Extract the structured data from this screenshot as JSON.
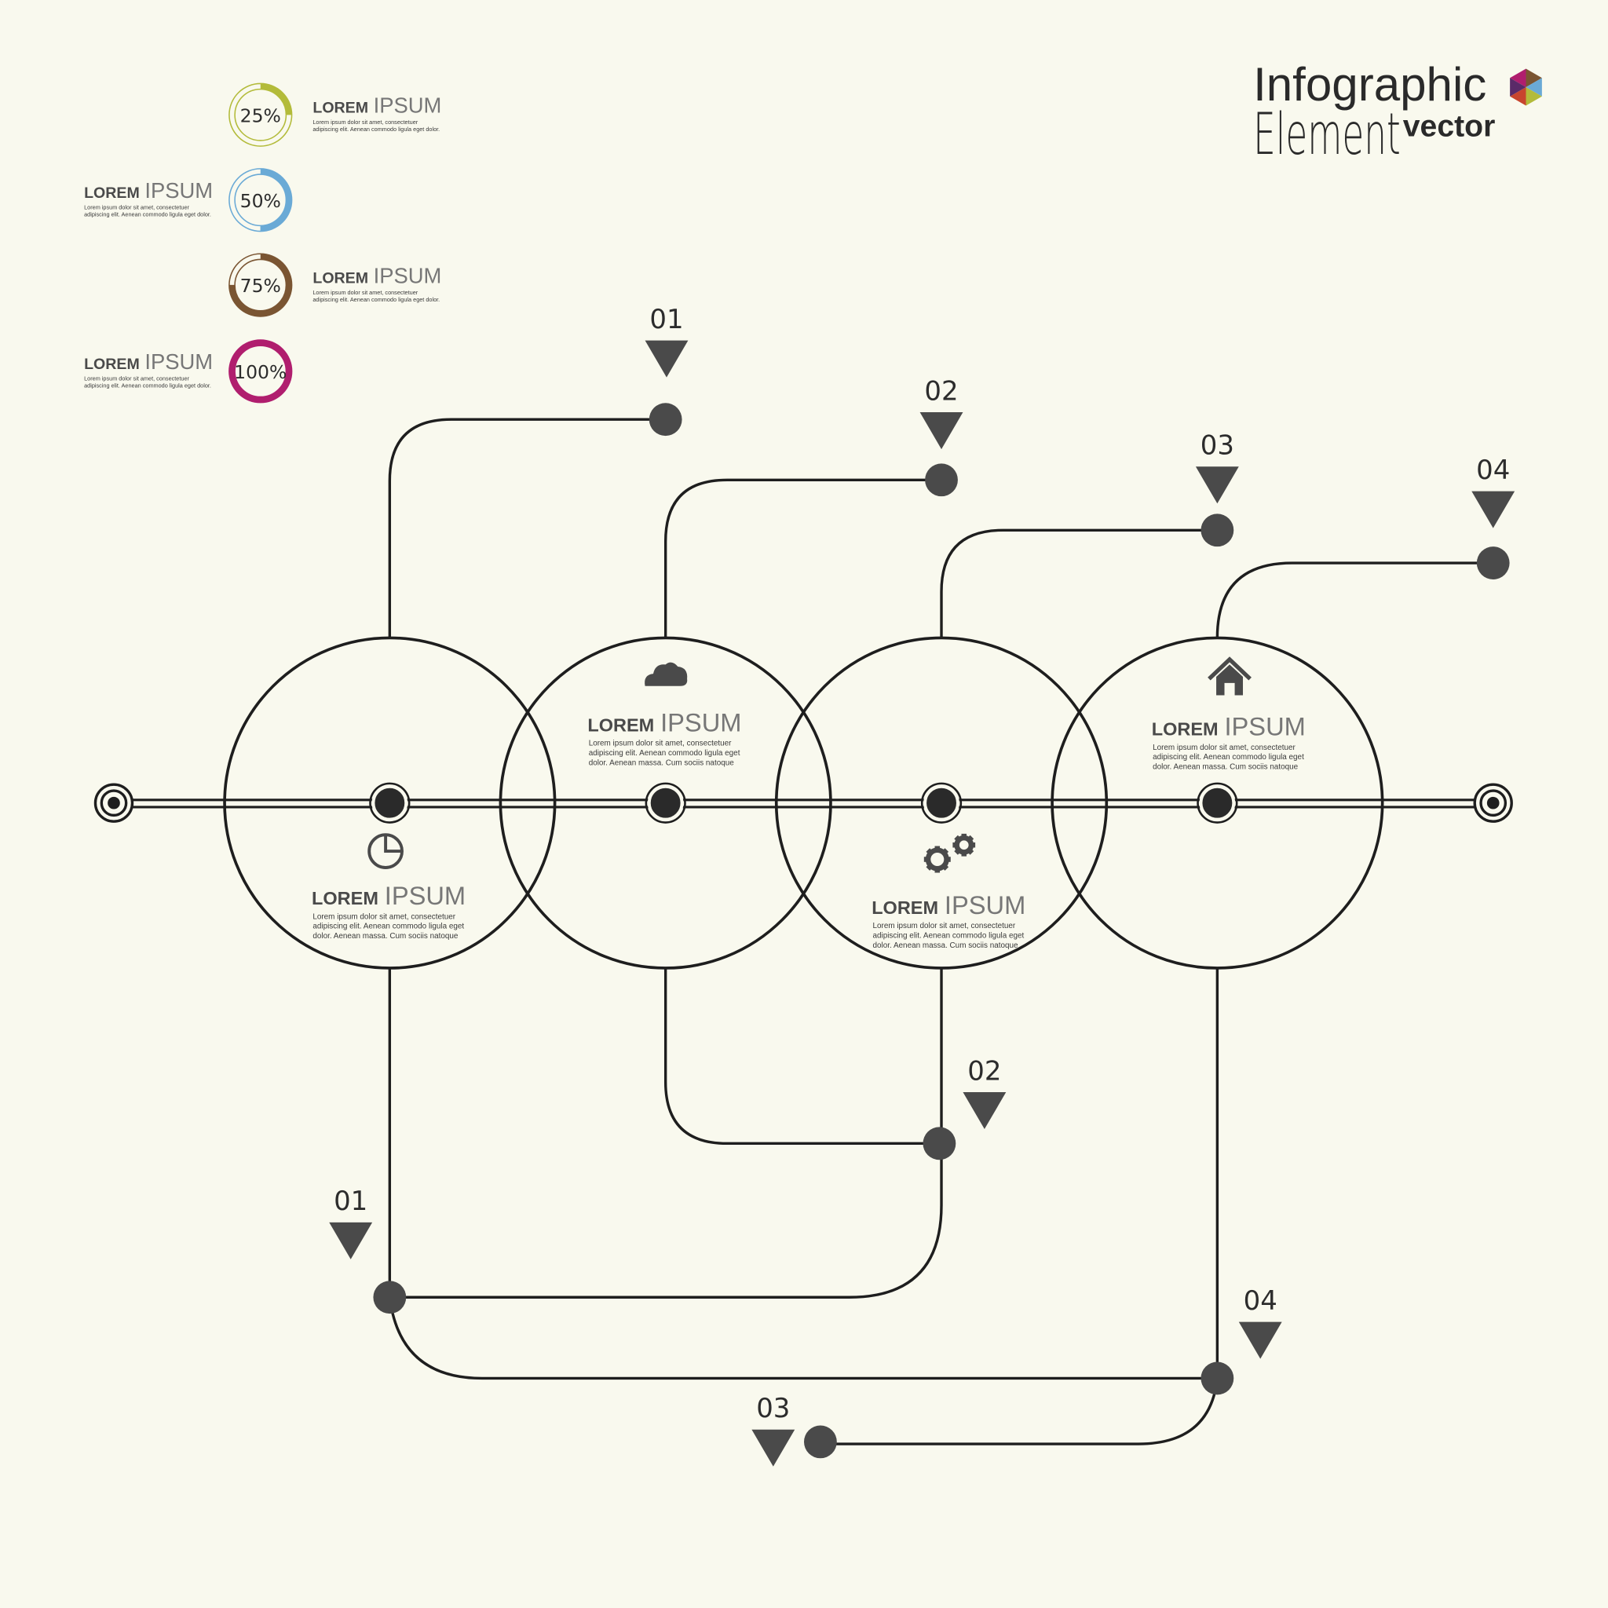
{
  "header": {
    "title_line1": "Infographic",
    "title_line2": "Element",
    "title_suffix": "vector",
    "logo_colors": [
      "#b01e6e",
      "#7a5532",
      "#6aaad6",
      "#b3bb3a",
      "#c8452e",
      "#5a2a68"
    ]
  },
  "progress_items": [
    {
      "percent_label": "25%",
      "value": 25,
      "color": "#b3bb3a",
      "heading_bold": "LOREM",
      "heading_light": "IPSUM",
      "text_line1": "Lorem ipsum dolor sit amet, consectetuer",
      "text_line2": "adipiscing elit. Aenean commodo ligula eget dolor.",
      "side": "right"
    },
    {
      "percent_label": "50%",
      "value": 50,
      "color": "#6aaad6",
      "heading_bold": "LOREM",
      "heading_light": "IPSUM",
      "text_line1": "Lorem ipsum dolor sit amet, consectetuer",
      "text_line2": "adipiscing elit. Aenean commodo ligula eget dolor.",
      "side": "left"
    },
    {
      "percent_label": "75%",
      "value": 75,
      "color": "#7a5532",
      "heading_bold": "LOREM",
      "heading_light": "IPSUM",
      "text_line1": "Lorem ipsum dolor sit amet, consectetuer",
      "text_line2": "adipiscing elit. Aenean commodo ligula eget dolor.",
      "side": "right"
    },
    {
      "percent_label": "100%",
      "value": 100,
      "color": "#b01e6e",
      "heading_bold": "LOREM",
      "heading_light": "IPSUM",
      "text_line1": "Lorem ipsum dolor sit amet, consectetuer",
      "text_line2": "adipiscing elit. Aenean commodo ligula eget dolor.",
      "side": "left"
    }
  ],
  "circles": [
    {
      "icon": "pie-chart-icon",
      "heading_bold": "LOREM",
      "heading_light": "IPSUM",
      "lines": [
        "Lorem ipsum dolor sit amet, consectetuer",
        "adipiscing elit. Aenean commodo ligula eget",
        "dolor. Aenean massa. Cum sociis natoque"
      ]
    },
    {
      "icon": "cloud-icon",
      "heading_bold": "LOREM",
      "heading_light": "IPSUM",
      "lines": [
        "Lorem ipsum dolor sit amet, consectetuer",
        "adipiscing elit. Aenean commodo ligula eget",
        "dolor. Aenean massa. Cum sociis natoque"
      ]
    },
    {
      "icon": "gears-icon",
      "heading_bold": "LOREM",
      "heading_light": "IPSUM",
      "lines": [
        "Lorem ipsum dolor sit amet, consectetuer",
        "adipiscing elit. Aenean commodo ligula eget",
        "dolor. Aenean massa. Cum sociis natoque"
      ]
    },
    {
      "icon": "house-icon",
      "heading_bold": "LOREM",
      "heading_light": "IPSUM",
      "lines": [
        "Lorem ipsum dolor sit amet, consectetuer",
        "adipiscing elit. Aenean commodo ligula eget",
        "dolor. Aenean massa. Cum sociis natoque"
      ]
    }
  ],
  "top_markers": [
    "01",
    "02",
    "03",
    "04"
  ],
  "bottom_markers": [
    "01",
    "02",
    "03",
    "04"
  ]
}
